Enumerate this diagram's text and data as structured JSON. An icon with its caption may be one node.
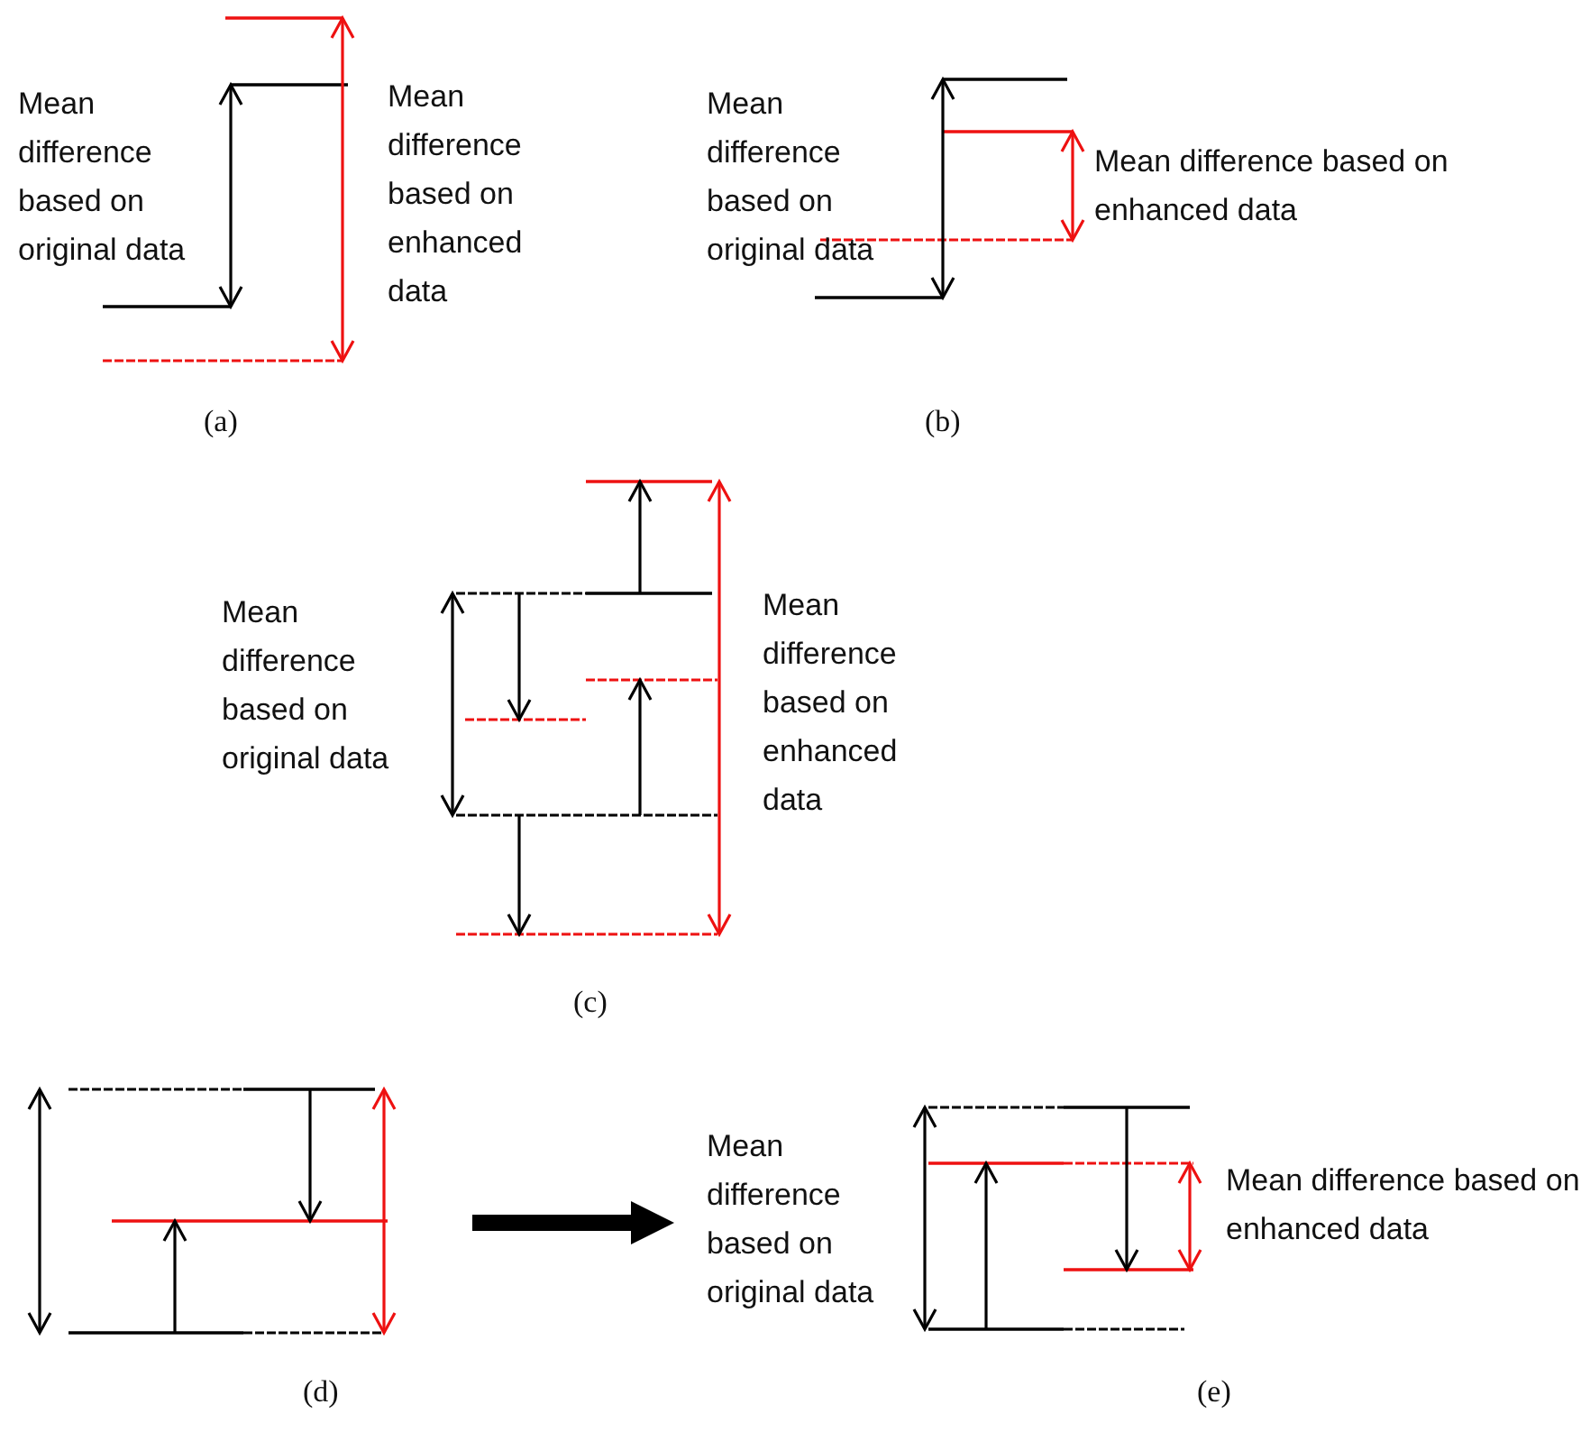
{
  "diagram": {
    "labels": [
      "Mean difference based on original data",
      "Mean difference based on enhanced data",
      "Mean difference based on original data",
      "Mean difference based on enhanced data",
      "(a)",
      "(b)",
      "Mean difference based on original data",
      "Mean difference based on enhanced data",
      "(c)",
      "Mean difference based on original data",
      "Mean difference based on enhanced data",
      "(d)",
      "(e)"
    ]
  }
}
